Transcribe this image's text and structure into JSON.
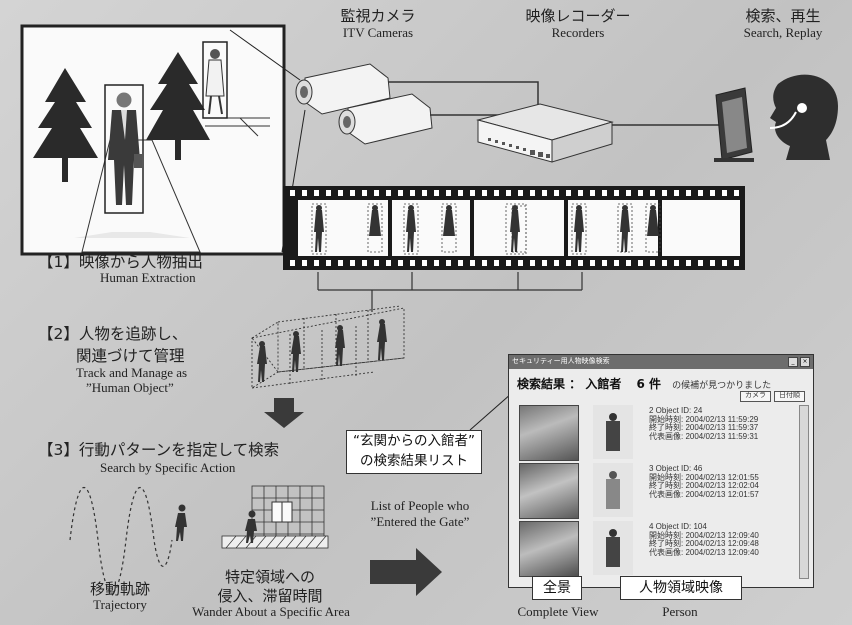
{
  "top": {
    "camera_jp": "監視カメラ",
    "camera_en": "ITV Cameras",
    "recorder_jp": "映像レコーダー",
    "recorder_en": "Recorders",
    "search_jp": "検索、再生",
    "search_en": "Search, Replay"
  },
  "steps": {
    "s1_jp": "【1】映像から人物抽出",
    "s1_en": "Human Extraction",
    "s2_jp_line1": "【2】人物を追跡し、",
    "s2_jp_line2": "関連づけて管理",
    "s2_en_line1": "Track and Manage as",
    "s2_en_line2": "”Human Object”",
    "s3_jp": "【3】行動パターンを指定して検索",
    "s3_en": "Search by Specific Action"
  },
  "bottom": {
    "trajectory_jp": "移動軌跡",
    "trajectory_en": "Trajectory",
    "area_jp_line1": "特定領域への",
    "area_jp_line2": "侵入、滞留時間",
    "area_en": "Wander About a Specific Area",
    "complete_jp": "全景",
    "complete_en": "Complete View",
    "person_jp": "人物領域映像",
    "person_en": "Person"
  },
  "callout": {
    "line1": "“玄関からの入館者”",
    "line2": "の検索結果リスト",
    "en_line1": "List of People who",
    "en_line2": "”Entered the Gate”"
  },
  "window": {
    "title": "セキュリティー用人物映像検索",
    "result_label": "検索結果 ： 入館者",
    "result_count": "6 件",
    "result_suffix": "の候補が見つかりました",
    "btn_left": "カメラ",
    "btn_right": "日付順",
    "rows": [
      {
        "id": "2  Object ID: 24",
        "start": "開始時刻: 2004/02/13 11:59:29",
        "end": "終了時刻: 2004/02/13 11:59:37",
        "rep": "代表画像: 2004/02/13 11:59:31"
      },
      {
        "id": "3  Object ID: 46",
        "start": "開始時刻: 2004/02/13 12:01:55",
        "end": "終了時刻: 2004/02/13 12:02:04",
        "rep": "代表画像: 2004/02/13 12:01:57"
      },
      {
        "id": "4  Object ID: 104",
        "start": "開始時刻: 2004/02/13 12:09:40",
        "end": "終了時刻: 2004/02/13 12:09:48",
        "rep": "代表画像: 2004/02/13 12:09:40"
      }
    ]
  },
  "colors": {
    "background": "#c9c9c9",
    "ink": "#222222",
    "film": "#1a1a1a",
    "arrow": "#3a3a3a"
  }
}
